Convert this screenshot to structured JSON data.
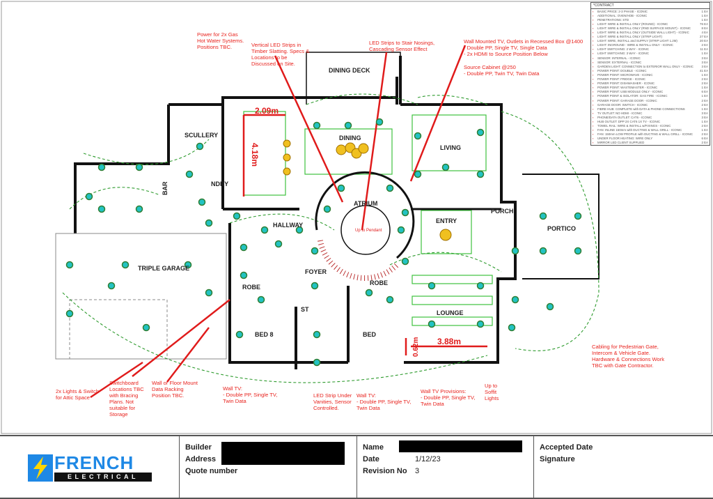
{
  "legend": {
    "title": "*CONTRACT",
    "items": [
      {
        "label": "BASIC PRICE: 2-3 PHASE - ICONIC",
        "qty": "1 EA"
      },
      {
        "label": "ADDITIONAL: OVEN/HOB - ICONIC",
        "qty": "1 EA"
      },
      {
        "label": "PENETRATIONS: STD",
        "qty": "1 EA"
      },
      {
        "label": "LIGHT: WIRE & INSTALL ONLY (ROUND) - ICONIC",
        "qty": "76 EA"
      },
      {
        "label": "LIGHT: WIRE & INSTALL ONLY (RND SURFACE MOUNT) - ICONIC",
        "qty": "8 EA"
      },
      {
        "label": "LIGHT: WIRE & INSTALL ONLY (OUTSIDE WALL LIGHT) - ICONIC",
        "qty": "4 EA"
      },
      {
        "label": "LIGHT: WIRE & INSTALL ONLY (STRIP LIGHT)",
        "qty": "27 EA"
      },
      {
        "label": "LIGHT: WIRE, INSTALL and SUPPLY (STRIP LIGHT 1.2M)",
        "qty": "20 EA"
      },
      {
        "label": "LIGHT: INGROUND - WIRE & INSTALL ONLY - ICONIC",
        "qty": "2 EA"
      },
      {
        "label": "LIGHT SWITCHING: 2 WAY - ICONIC",
        "qty": "11 EA"
      },
      {
        "label": "LIGHT SWITCHING: 3 WAY - ICONIC",
        "qty": "1 EA"
      },
      {
        "label": "SENSOR: INTERNAL - ICONIC",
        "qty": "3 EA"
      },
      {
        "label": "SENSOR: EXTERNAL - ICONIC",
        "qty": "3 EA"
      },
      {
        "label": "GARDEN LIGHT: CONNECTION to EXTERIOR WALL ONLY - ICONIC",
        "qty": "3 EA"
      },
      {
        "label": "POWER POINT: DOUBLE - ICONIC",
        "qty": "41 EA"
      },
      {
        "label": "POWER POINT: MICROWAVE - ICONIC",
        "qty": "1 EA"
      },
      {
        "label": "POWER POINT: FRIDGE - ICONIC",
        "qty": "2 EA"
      },
      {
        "label": "POWER POINT: DISHWASHER - ICONIC",
        "qty": "2 EA"
      },
      {
        "label": "POWER POINT: WASTEMASTER - ICONIC",
        "qty": "1 EA"
      },
      {
        "label": "POWER POINT: USB MODULE ONLY - ICONIC",
        "qty": "6 EA"
      },
      {
        "label": "POWER POINT & ISOLATOR: GAS FIRE - ICONIC",
        "qty": "1 EA"
      },
      {
        "label": "POWER POINT: GARAGE DOOR - ICONIC",
        "qty": "2 EA"
      },
      {
        "label": "GARAGE DOOR: SWITCH - ICONIC",
        "qty": "2 EA"
      },
      {
        "label": "FIBRE HUB: COMPLETE with DATA & PHONE CONNECTIONS",
        "qty": "1 EA"
      },
      {
        "label": "TV OUTLET: NO HDMI - ICONIC",
        "qty": "3 EA"
      },
      {
        "label": "PHONE/DATA OUTLET: CAT6 - ICONIC",
        "qty": "3 EA"
      },
      {
        "label": "HUB OUTLET: DPP 2X CAT6 1X TV - ICONIC",
        "qty": "1 EA"
      },
      {
        "label": "TOWEL RAIL: WIRE & INSTALL w/FIXINGS - ICONIC",
        "qty": "2 EA"
      },
      {
        "label": "FAN: INLINE 150mm with DUCTING & WALL GRILL - ICONIC",
        "qty": "1 EA"
      },
      {
        "label": "FAN: 150mm LOW PROFILE with DUCTING & WALL GRILL - ICONIC",
        "qty": "2 EA"
      },
      {
        "label": "UNDER FLOOR HEATING: WIRE ONLY",
        "qty": "6 EA"
      },
      {
        "label": "MIRROR LED CLIENT SUPPLIED",
        "qty": "2 EA"
      }
    ]
  },
  "rooms": {
    "dining_deck": "DINING DECK",
    "scullery": "SCULLERY",
    "bar": "BAR",
    "laundry": "NDRY",
    "dining": "DINING",
    "living": "LIVING",
    "atrium": "ATRIUM",
    "hallway": "HALLWAY",
    "entry": "ENTRY",
    "porch": "PORCH",
    "portico": "PORTICO",
    "triple_garage": "TRIPLE GARAGE",
    "foyer": "FOYER",
    "robe_1": "ROBE",
    "robe_2": "ROBE",
    "store": "ST",
    "lounge": "LOUNGE",
    "bed_8": "BED 8",
    "bed": "BED",
    "pendant": "Up to Pendant"
  },
  "dimensions": {
    "kitchen_width": "2.09m",
    "kitchen_length": "4.18m",
    "lounge_width": "3.88m",
    "lounge_depth": "0.62m"
  },
  "notes": {
    "gas_hws": "Power for 2x Gas\nHot Water Systems.\nPositions TBC.",
    "vertical_led": "Vertical LED Strips in\nTimber Slatting. Specs &\nLocations to be\nDiscussed on Site.",
    "stair_led": "LED Strips to Stair Nosings,\nCascading Sensor Effect",
    "wall_tv": "Wall Mounted TV, Outlets in Recessed Box @1400\n- Double PP, Single TV, Single Data\n- 2x HDMI to Source Position Below",
    "source_cabinet": "Source Cabinet @250\n- Double PP, Twin TV, Twin Data",
    "attic": "2x Lights & Switch\nfor Attic Space",
    "switchboard": "Switchboard\nLocations TBC\nwith Bracing\nPlans. Not\nsuitable for\nStorage",
    "data_rack": "Wall or Floor Mount\nData Racking\nPosition TBC.",
    "bed8_tv": "Wall TV:\n- Double PP, Single TV,\nTwin Data",
    "vanity_led": "LED Strip Under\nVanities, Sensor\nControlled.",
    "bed_tv": "Wall TV:\n- Double PP, Single TV,\nTwin Data",
    "lounge_tv": "Wall TV Provisions:\n- Double PP, Single TV,\nTwin Data",
    "soffit": "Up to\nSoffit\nLights",
    "gate": "Cabling for Pedestrian Gate,\nIntercom & Vehicle Gate.\nHardware & Connections Work\nTBC with Gate Contractor."
  },
  "title_block": {
    "logo_top": "FRENCH",
    "logo_bottom": "ELECTRICAL",
    "builder_label": "Builder",
    "address_label": "Address",
    "quote_label": "Quote number",
    "name_label": "Name",
    "date_label": "Date",
    "date_value": "1/12/23",
    "revision_label": "Revision No",
    "revision_value": "3",
    "accepted_label": "Accepted Date",
    "signature_label": "Signature"
  },
  "colors": {
    "note": "#e8231e",
    "light": "#22c3c3",
    "circuit": "#2e9b2e",
    "wall": "#111111",
    "brand": "#1e88e5"
  }
}
